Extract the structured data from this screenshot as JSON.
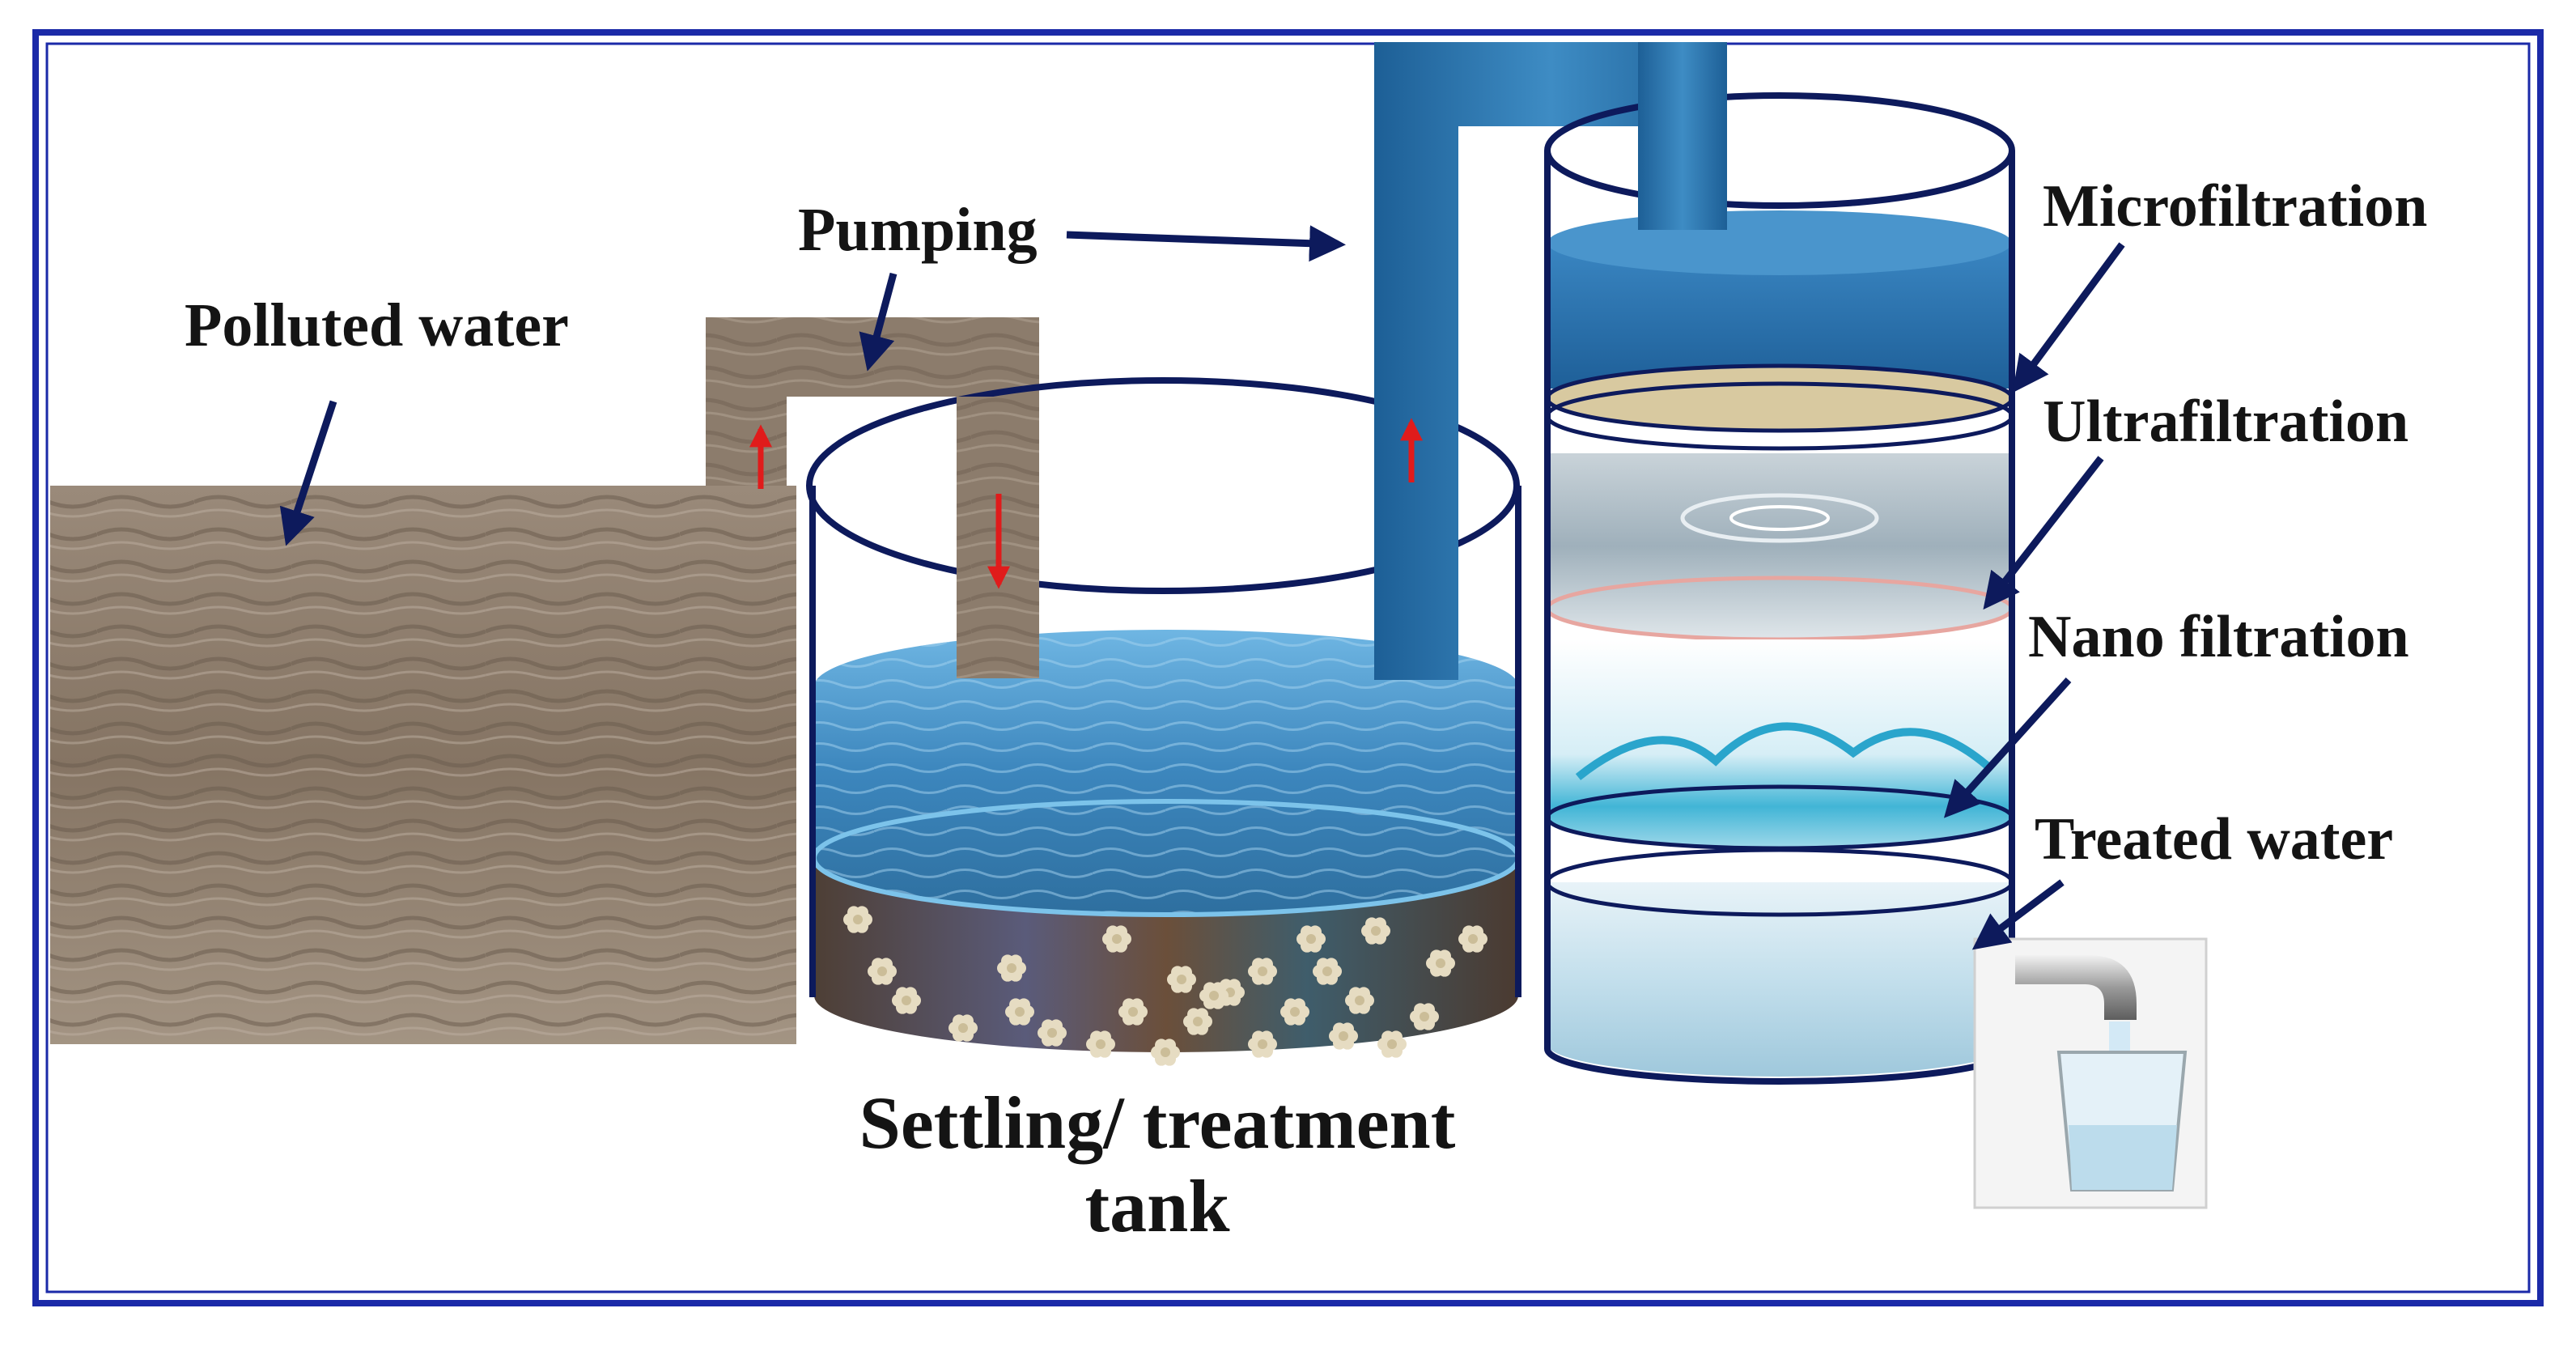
{
  "labels": {
    "polluted_water": "Polluted water",
    "pumping": "Pumping",
    "settling_tank": "Settling/ treatment",
    "settling_tank_line2": "tank",
    "microfiltration": "Microfiltration",
    "ultrafiltration": "Ultrafiltration",
    "nano_filtration": "Nano filtration",
    "treated_water": "Treated water"
  },
  "colors": {
    "frame": "#1b2aa8",
    "arrow": "#0d1a5c",
    "flow_arrow": "#e01b1b",
    "polluted_water": "#8a7a6b",
    "clean_water": "#3f8fc7",
    "pipe_blue": "#2c6fa6",
    "sediment": "#4a3e35",
    "micro_disc": "#d8c9a0"
  },
  "icons": {
    "tap": "faucet-icon",
    "glass": "water-glass-icon",
    "sediment_particles": "flower-particle-icon"
  }
}
